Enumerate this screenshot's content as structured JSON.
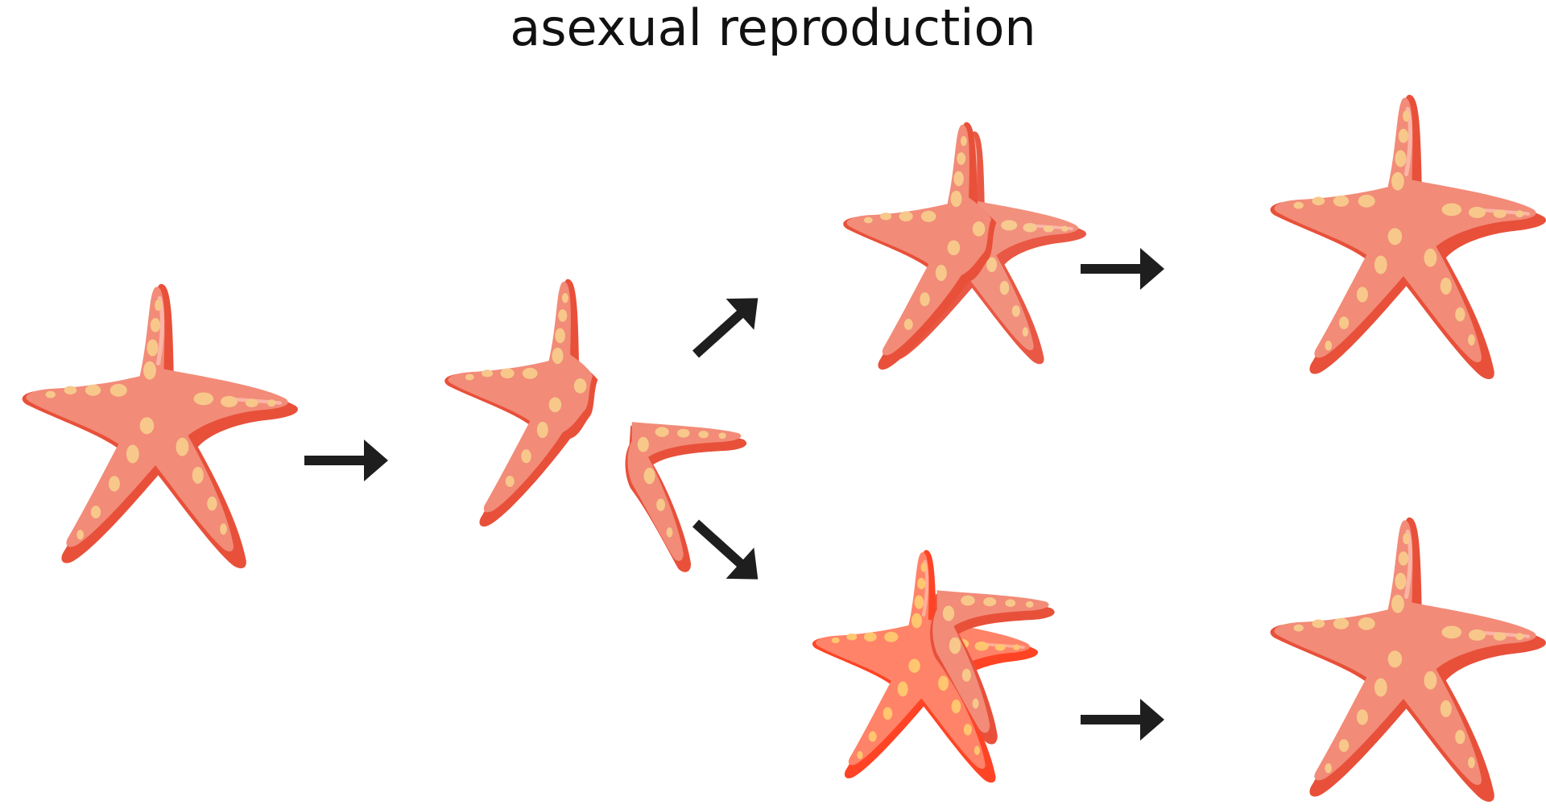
{
  "title": "asexual reproduction",
  "colors": {
    "background": "#ffffff",
    "star_body": "#f28b78",
    "star_shadow": "#e8503a",
    "star_dark": "#e2453a",
    "star_highlight": "#fbb5a6",
    "spots": "#f7c88a",
    "arrow": "#1e1e1e"
  },
  "diagram": {
    "stages": [
      {
        "name": "parent-starfish",
        "icon": "whole-starfish"
      },
      {
        "name": "split-starfish",
        "icon": "starfish-splitting-into-two-parts"
      },
      {
        "name": "regenerating-starfish-top",
        "icon": "starfish-regrowing-arm"
      },
      {
        "name": "regenerating-starfish-bottom",
        "icon": "starfish-regrowing-body"
      },
      {
        "name": "offspring-starfish-top",
        "icon": "whole-starfish"
      },
      {
        "name": "offspring-starfish-bottom",
        "icon": "whole-starfish"
      }
    ],
    "arrows": [
      {
        "name": "arrow-parent-to-split",
        "direction": "right"
      },
      {
        "name": "arrow-split-to-top",
        "direction": "up-right"
      },
      {
        "name": "arrow-split-to-bottom",
        "direction": "down-right"
      },
      {
        "name": "arrow-top-to-offspring",
        "direction": "right"
      },
      {
        "name": "arrow-bottom-to-offspring",
        "direction": "right"
      }
    ]
  }
}
